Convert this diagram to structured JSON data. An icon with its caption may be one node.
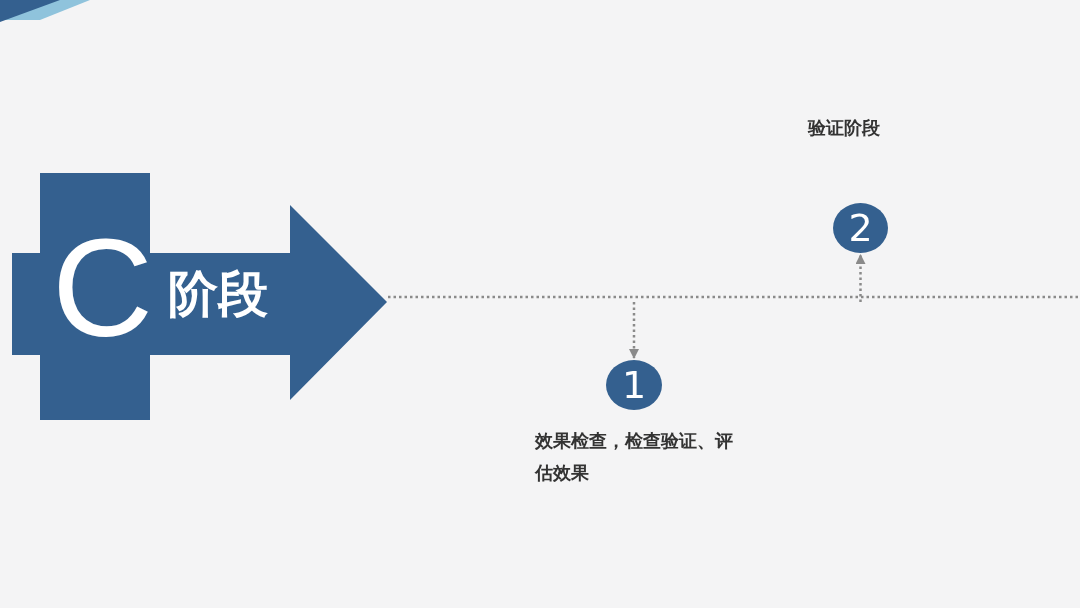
{
  "diagram": {
    "nodes": [
      {
        "text": [
          "C",
          "阶段"
        ]
      },
      {
        "text": [
          "1"
        ],
        "beside": [
          "效果检查，检查验证、评估效果"
        ]
      },
      {
        "text": [
          "2"
        ],
        "beside": [
          "验证阶段"
        ]
      }
    ],
    "edges": [
      {
        "from": 0,
        "to": null,
        "arrow": "none",
        "style": "dashed"
      },
      {
        "from": null,
        "to": 1,
        "arrow": "to",
        "style": "dashed"
      },
      {
        "from": null,
        "to": 2,
        "arrow": "to",
        "style": "dashed"
      }
    ]
  }
}
